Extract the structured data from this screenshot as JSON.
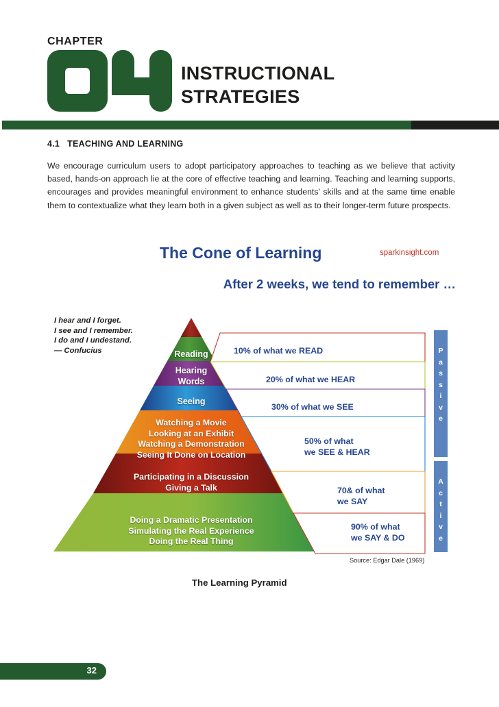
{
  "header": {
    "chapter_word": "CHAPTER",
    "chapter_number": "04",
    "chapter_title_line1": "INSTRUCTIONAL",
    "chapter_title_line2": "STRATEGIES",
    "green": "#235a2e",
    "black": "#1d1d1b"
  },
  "section": {
    "number": "4.1",
    "heading": "TEACHING AND LEARNING",
    "body": "We encourage curriculum users to adopt participatory approaches to teaching as we believe that activity based, hands-on approach lie at the core of effective teaching and learning. Teaching and learning supports, encourages and provides meaningful environment to enhance students’ skills and at the same time enable them to contextualize what they learn both in a given subject as well as to their longer-term future prospects."
  },
  "infographic": {
    "title": "The Cone of Learning",
    "site_tag": "sparkinsight.com",
    "subtitle": "After 2 weeks,\nwe tend to remember …",
    "quote": "I hear and I forget.\nI see and I remember.\nI do and I undestand.\n— Confucius",
    "accent_blue": "#26458e",
    "tag_red": "#c0392b",
    "sidebar_blue": "#5b84bf",
    "source": "Source: Edgar Dale (1969)",
    "caption": "The Learning Pyramid",
    "pyramid_layers": [
      {
        "label": "",
        "color": "#8c1d18"
      },
      {
        "label": "Reading",
        "color": "#3f8a33"
      },
      {
        "label": "Hearing\nWords",
        "color": "#7d3a8e"
      },
      {
        "label": "Seeing",
        "color": "#1f86d0"
      },
      {
        "label": "Watching a Movie\nLooking at an Exhibit\nWatching a Demonstration\nSeeing It Done on Location",
        "color": "#e8741d"
      },
      {
        "label": "Participating in a Discussion\nGiving a Talk",
        "color": "#a81f18"
      },
      {
        "label": "Doing a Dramatic Presentation\nSimulating the Real Experience\nDoing the Real Thing",
        "color": "#6fae36"
      }
    ],
    "callouts": [
      {
        "text": "10% of what we READ",
        "border": "#c0392b"
      },
      {
        "text": "20% of what we HEAR",
        "border": "#b5c830"
      },
      {
        "text": "30% of what we SEE",
        "border": "#7d3a8e"
      },
      {
        "text": "50%  of what\nwe SEE & HEAR",
        "border": "#1f86d0"
      },
      {
        "text": "70& of what\nwe SAY",
        "border": "#e8a033"
      },
      {
        "text": "90% of what\nwe SAY & DO",
        "border": "#c0392b"
      }
    ],
    "sidebars": [
      {
        "label": "Passive",
        "letters": [
          "P",
          "a",
          "s",
          "s",
          "i",
          "v",
          "e"
        ]
      },
      {
        "label": "Active",
        "letters": [
          "A",
          "c",
          "t",
          "i",
          "v",
          "e"
        ]
      }
    ]
  },
  "footer": {
    "page_number": "32"
  }
}
